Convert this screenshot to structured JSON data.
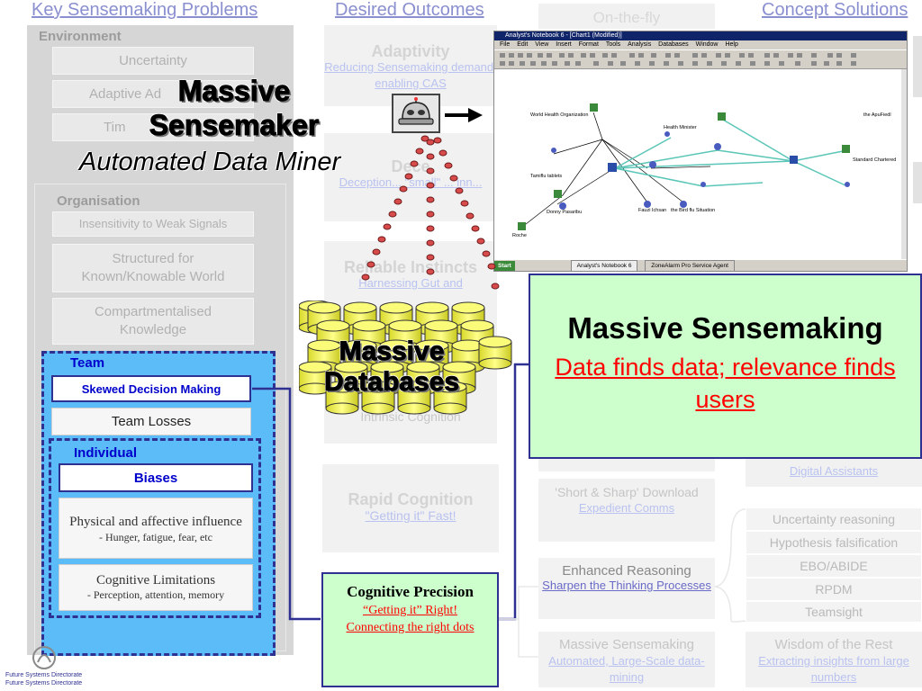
{
  "headers": {
    "problems": "Key Sensemaking Problems",
    "outcomes": "Desired Outcomes",
    "on_the_fly": "On-the-fly",
    "concepts": "Concept Solutions"
  },
  "environment": {
    "label": "Environment",
    "items": [
      "Uncertainty",
      "Adaptive Ad",
      "Tim"
    ]
  },
  "organisation": {
    "label": "Organisation",
    "items": [
      "Insensitivity to Weak Signals",
      "Structured for\nKnown/Knowable World",
      "Compartmentalised\nKnowledge"
    ]
  },
  "team": {
    "label": "Team",
    "items": [
      "Skewed Decision Making",
      "Team Losses"
    ]
  },
  "individual": {
    "label": "Individual",
    "biases": "Biases",
    "physical": "Physical and affective influence",
    "physical_sub": "- Hunger, fatigue, fear, etc",
    "cognitive": "Cognitive Limitations",
    "cognitive_sub": "- Perception, attention, memory"
  },
  "outcomes_col": {
    "adaptivity_title": "Adaptivity",
    "adaptivity_sub": "Reducing Sensemaking demand, enabling CAS",
    "faded2_title": "Dece",
    "faded2_sub": "Deception... \"small\" ... inn...",
    "reliable_title": "Reliable Instincts",
    "reliable_sub": "Harnessing Gut and",
    "intrinsic_sub": "Intrinsic Cognition",
    "rapid_title": "Rapid Cognition",
    "rapid_sub": "\"Getting it\" Fast!"
  },
  "middle_col": {
    "short_title": "'Short & Sharp' Download",
    "short_sub": "Expedient Comms",
    "enhanced_title": "Enhanced Reasoning",
    "enhanced_sub": "Sharpen the Thinking Processes",
    "massive_title": "Massive Sensemaking",
    "massive_sub": "Automated, Large-Scale data-mining"
  },
  "right_col": {
    "digital": "Digital Assistants",
    "list": [
      "Uncertainty reasoning",
      "Hypothesis falsification",
      "EBO/ABIDE",
      "RPDM",
      "Teamsight"
    ],
    "wisdom_title": "Wisdom of the Rest",
    "wisdom_sub": "Extracting insights from large numbers"
  },
  "overlay": {
    "sensemaker_line1": "Massive",
    "sensemaker_line2": "Sensemaker",
    "miner": "Automated Data Miner",
    "databases_line1": "Massive",
    "databases_line2": "Databases"
  },
  "callout": {
    "title": "Massive Sensemaking",
    "sub": "Data finds data; relevance finds users"
  },
  "precision": {
    "title": "Cognitive Precision",
    "line1": "“Getting it” Right!",
    "line2": "Connecting the right dots"
  },
  "screenshot": {
    "title": "Analyst's Notebook 6 - [Chart1 (Modified)]",
    "menu": [
      "File",
      "Edit",
      "View",
      "Insert",
      "Format",
      "Tools",
      "Analysis",
      "Databases",
      "Window",
      "Help"
    ],
    "nodes": [
      "World Health Organization",
      "Health Minister",
      "Standard Chartered",
      "Fauzi Ichsan",
      "the Bird flu Situation",
      "Donny Pasaribu",
      "Tamiflu tablets",
      "Roche",
      "the ApuFiedl"
    ],
    "taskbar_start": "Start",
    "taskbar_app": "Analyst's Notebook 6",
    "taskbar_agent": "ZoneAlarm Pro Service Agent"
  },
  "logo": {
    "line1": "Future Systems Directorate",
    "line2": "Future Systems Directorate"
  },
  "colors": {
    "team_fill": "#5bbcf7",
    "callout_fill": "#ccffcc",
    "accent_blue": "#2e3192",
    "red_link": "#ff0000"
  }
}
